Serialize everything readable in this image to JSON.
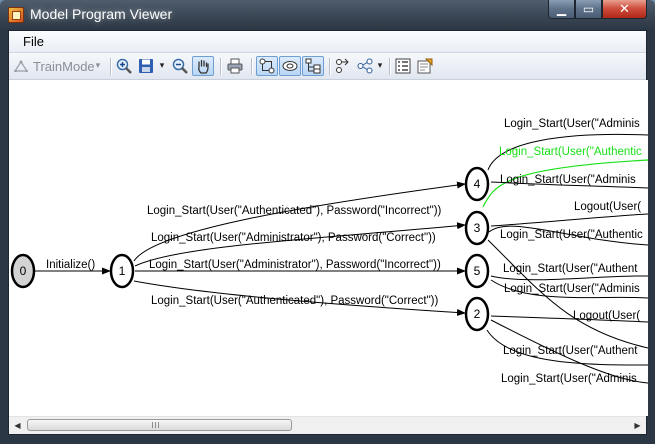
{
  "window": {
    "title": "Model Program Viewer",
    "controls": {
      "minimize": "▁",
      "maximize": "▭",
      "close": "✕"
    }
  },
  "menu": {
    "file": "File"
  },
  "toolbar": {
    "train_mode_label": "TrainMode",
    "train_mode_arrow": "▾",
    "save_arrow": "▾",
    "layout_arrow": "▾"
  },
  "graph": {
    "colors": {
      "active_edge": "#19e019",
      "edge": "#000000",
      "initial_node_fill": "#d3d3d3"
    },
    "nodes": [
      {
        "id": "0",
        "label": "0",
        "initial": true
      },
      {
        "id": "1",
        "label": "1"
      },
      {
        "id": "2",
        "label": "2"
      },
      {
        "id": "3",
        "label": "3"
      },
      {
        "id": "4",
        "label": "4"
      },
      {
        "id": "5",
        "label": "5"
      }
    ],
    "edges": [
      {
        "from": "0",
        "to": "1",
        "label": "Initialize()"
      },
      {
        "from": "1",
        "to": "4",
        "label": "Login_Start(User(\"Authenticated\"), Password(\"Incorrect\"))"
      },
      {
        "from": "1",
        "to": "3",
        "label": "Login_Start(User(\"Administrator\"), Password(\"Correct\"))"
      },
      {
        "from": "1",
        "to": "5",
        "label": "Login_Start(User(\"Administrator\"), Password(\"Incorrect\"))"
      },
      {
        "from": "1",
        "to": "2",
        "label": "Login_Start(User(\"Authenticated\"), Password(\"Correct\"))"
      },
      {
        "from": "4",
        "to": "offscreen",
        "label": "Login_Start(User(\"Adminis"
      },
      {
        "from": "3",
        "to": "offscreen",
        "label": "Login_Start(User(\"Authentic",
        "active": true
      },
      {
        "from": "4",
        "to": "offscreen",
        "label": "Login_Start(User(\"Adminis"
      },
      {
        "from": "3",
        "to": "offscreen",
        "label": "Logout(User("
      },
      {
        "from": "3",
        "to": "offscreen",
        "label": "Login_Start(User(\"Authentic"
      },
      {
        "from": "5",
        "to": "offscreen",
        "label": "Login_Start(User(\"Authent"
      },
      {
        "from": "5",
        "to": "offscreen",
        "label": "Login_Start(User(\"Adminis"
      },
      {
        "from": "2",
        "to": "offscreen",
        "label": "Logout(User("
      },
      {
        "from": "2",
        "to": "offscreen",
        "label": "Login_Start(User(\"Authent"
      },
      {
        "from": "2",
        "to": "offscreen",
        "label": "Login_Start(User(\"Adminis"
      }
    ]
  },
  "scrollbar": {
    "left_arrow": "◀",
    "right_arrow": "▶"
  }
}
